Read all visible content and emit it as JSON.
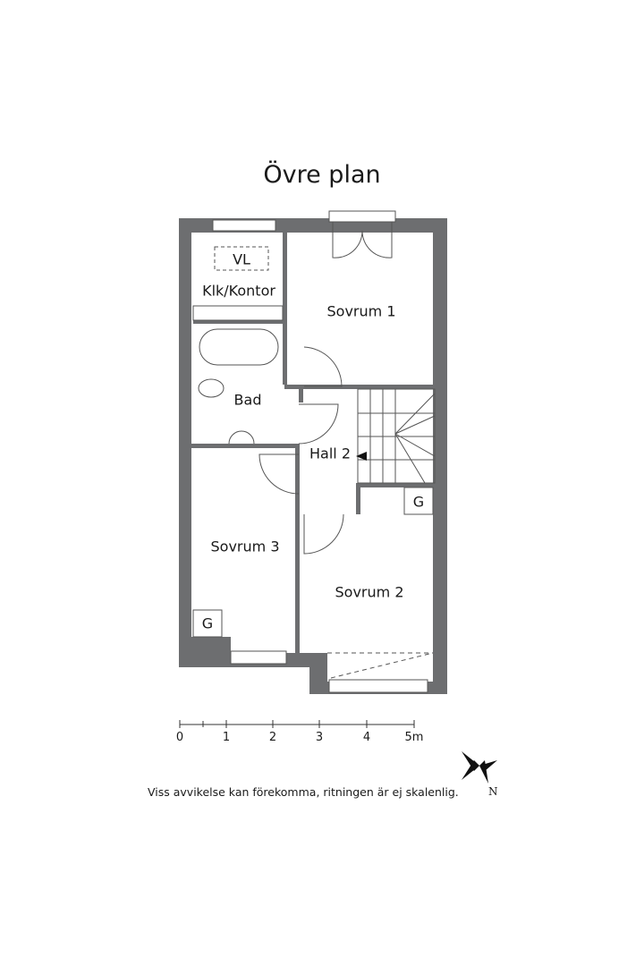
{
  "title": "Övre plan",
  "rooms": {
    "vl": "VL",
    "klk_kontor": "Klk/Kontor",
    "sovrum1": "Sovrum 1",
    "bad": "Bad",
    "hall2": "Hall 2",
    "sovrum3": "Sovrum 3",
    "sovrum2": "Sovrum 2",
    "g1": "G",
    "g2": "G"
  },
  "scale": {
    "ticks": [
      "0",
      "1",
      "2",
      "3",
      "4",
      "5m"
    ]
  },
  "disclaimer": "Viss avvikelse kan förekomma, ritningen är ej skalenlig.",
  "compass": {
    "north_label": "N"
  },
  "colors": {
    "wall": "#6d6e70",
    "line": "#555555"
  }
}
